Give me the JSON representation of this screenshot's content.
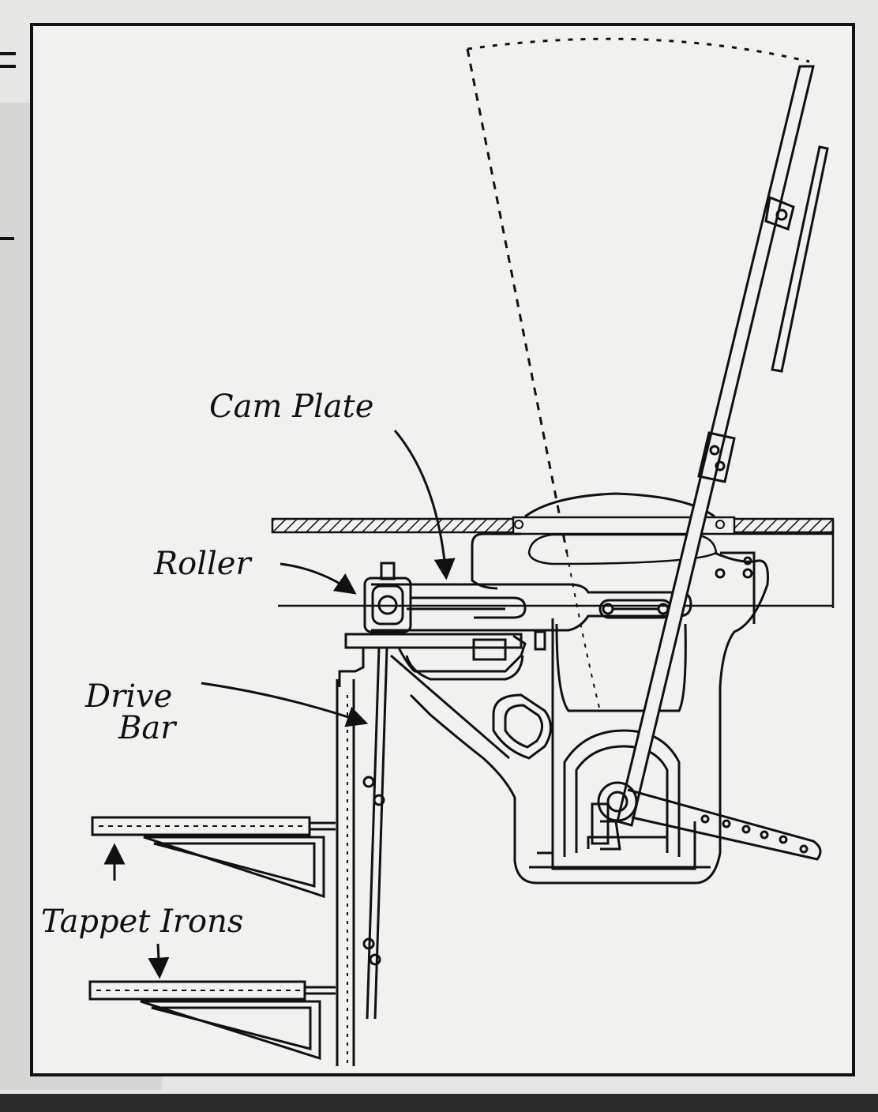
{
  "labels": {
    "cam_plate": "Cam Plate",
    "roller": "Roller",
    "drive_bar_line1": "Drive",
    "drive_bar_line2": "Bar",
    "tappet_irons": "Tappet Irons"
  }
}
